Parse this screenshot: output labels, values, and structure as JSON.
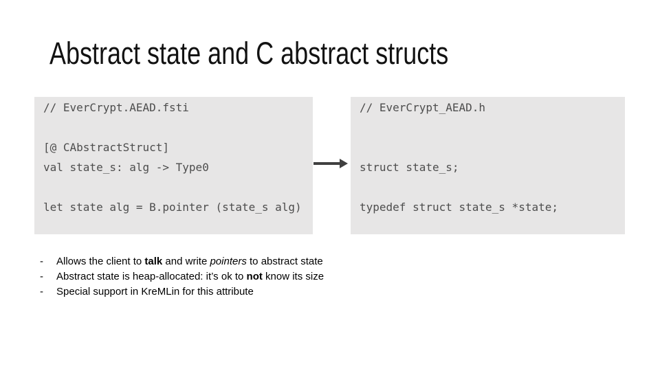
{
  "slide": {
    "title": "Abstract state and C abstract structs"
  },
  "left_code_box": {
    "lines": [
      "// EverCrypt.AEAD.fsti",
      "",
      "[@ CAbstractStruct]",
      "val state_s: alg -> Type0",
      "",
      "let state alg = B.pointer (state_s alg)"
    ]
  },
  "right_code_box": {
    "lines": [
      "// EverCrypt_AEAD.h",
      "",
      "",
      "struct state_s;",
      "",
      "typedef struct state_s *state;"
    ]
  },
  "arrow": {
    "direction": "right"
  },
  "bullets": [
    {
      "marker": "-",
      "segments": [
        {
          "text": "Allows the client to "
        },
        {
          "text": "talk",
          "style": "bold"
        },
        {
          "text": " and write "
        },
        {
          "text": "pointers",
          "style": "italic"
        },
        {
          "text": " to abstract state"
        }
      ]
    },
    {
      "marker": "-",
      "segments": [
        {
          "text": "Abstract state is heap-allocated: it’s ok to "
        },
        {
          "text": "not",
          "style": "bold"
        },
        {
          "text": " know its size"
        }
      ]
    },
    {
      "marker": "-",
      "segments": [
        {
          "text": "Special support in KreMLin for this attribute"
        }
      ]
    }
  ],
  "colors": {
    "box_bg": "#e7e6e6",
    "code_text": "#4d4d4d",
    "arrow": "#404040",
    "title_text": "#121212",
    "body_text": "#000000"
  }
}
